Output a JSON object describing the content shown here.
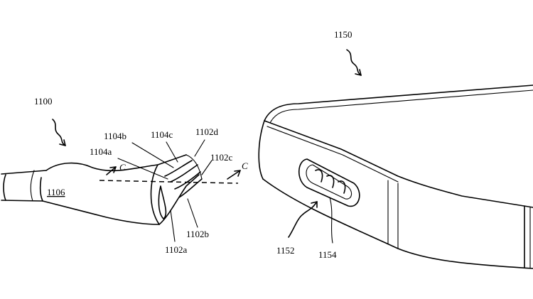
{
  "labels": {
    "fig_cable": "1100",
    "fig_device": "1150",
    "connector_body": "1106",
    "contact_a": "1102a",
    "contact_b": "1102b",
    "contact_c": "1102c",
    "contact_d": "1102d",
    "recess_a": "1104a",
    "recess_b": "1104b",
    "recess_c": "1104c",
    "port": "1152",
    "port_contacts": "1154",
    "section_left": "C",
    "section_right": "C"
  }
}
